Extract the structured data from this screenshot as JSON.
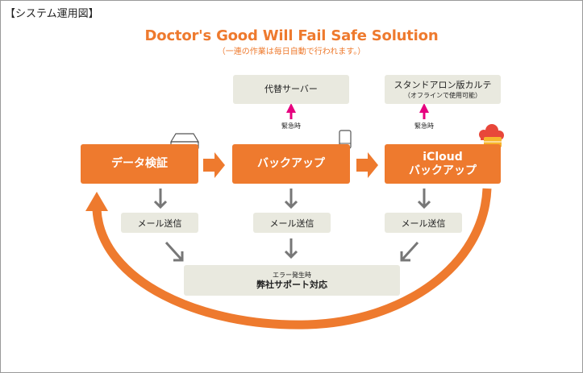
{
  "header": {
    "section_label": "【システム運用図】",
    "title": "Doctor's Good Will Fail Safe Solution",
    "subtitle": "（一連の作業は毎日自動で行われます。）"
  },
  "steps": [
    {
      "label": "データ検証",
      "mail": "メール送信"
    },
    {
      "label": "バックアップ",
      "mail": "メール送信"
    },
    {
      "label_line1": "iCloud",
      "label_line2": "バックアップ",
      "mail": "メール送信"
    }
  ],
  "emergency_label": "緊急時",
  "fallback": {
    "substitute_server": "代替サーバー",
    "standalone_title": "スタンドアロン版カルテ",
    "standalone_note": "（オフラインで使用可能）"
  },
  "error_support": {
    "note": "エラー発生時",
    "label": "弊社サポート対応"
  },
  "colors": {
    "orange": "#ee7a2e",
    "grey_box": "#e9e9df",
    "grey_arrow": "#777777",
    "pink_arrow": "#e6007e",
    "cloud_red": "#e8473a",
    "cloud_yellow": "#f7b52c"
  },
  "icons": [
    "server-device-icon",
    "hard-drive-icon",
    "cloud-storage-icon"
  ]
}
